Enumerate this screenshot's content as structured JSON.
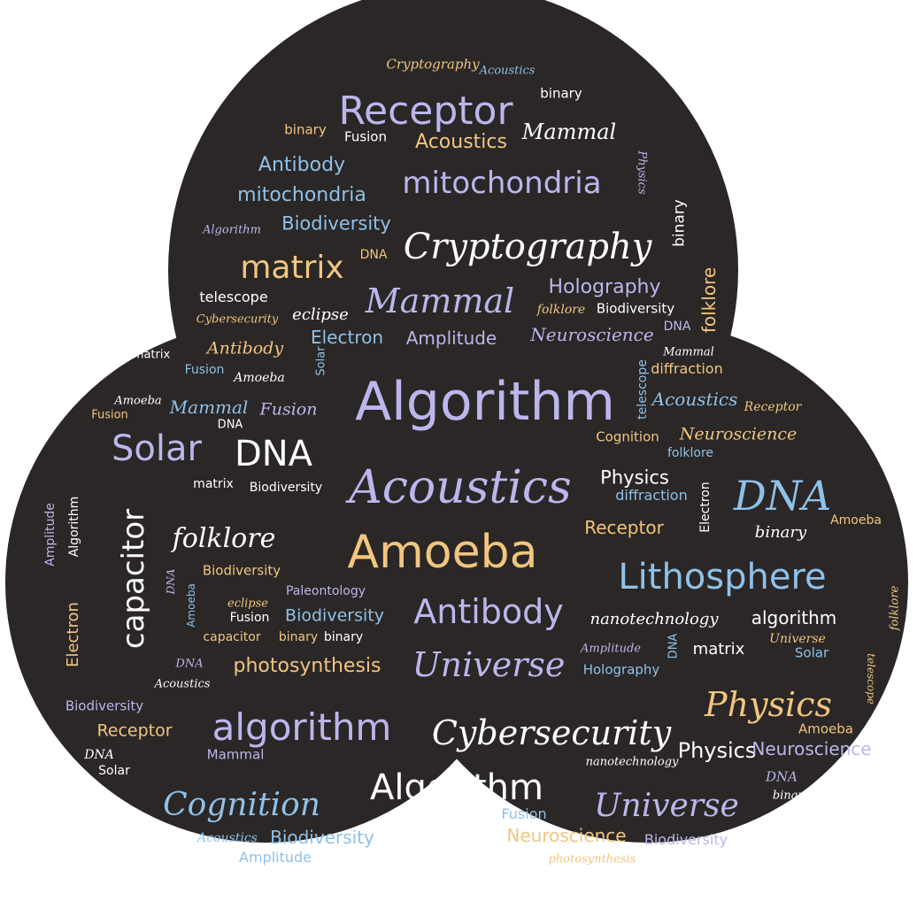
{
  "colors": {
    "background": "#2a2726",
    "outline": "#ffffff",
    "lavender": "#bcb6ec",
    "blue": "#8fc1e9",
    "orange": "#f2c580",
    "white": "#ffffff"
  },
  "words": [
    {
      "text": "Cryptography",
      "color": "orange",
      "font": "serif"
    },
    {
      "text": "Acoustics",
      "color": "blue",
      "font": "serif"
    },
    {
      "text": "binary",
      "color": "white",
      "font": "sans"
    },
    {
      "text": "Receptor",
      "color": "lavender",
      "font": "sans"
    },
    {
      "text": "binary",
      "color": "orange",
      "font": "sans"
    },
    {
      "text": "Fusion",
      "color": "white",
      "font": "sans"
    },
    {
      "text": "Acoustics",
      "color": "orange",
      "font": "sans"
    },
    {
      "text": "Mammal",
      "color": "white",
      "font": "serif"
    },
    {
      "text": "Antibody",
      "color": "blue",
      "font": "sans"
    },
    {
      "text": "mitochondria",
      "color": "blue",
      "font": "sans"
    },
    {
      "text": "mitochondria",
      "color": "lavender",
      "font": "sans"
    },
    {
      "text": "Physics",
      "color": "lavender",
      "font": "serif"
    },
    {
      "text": "binary",
      "color": "white",
      "font": "sans"
    },
    {
      "text": "Algorithm",
      "color": "lavender",
      "font": "serif"
    },
    {
      "text": "Biodiversity",
      "color": "blue",
      "font": "sans"
    },
    {
      "text": "Cryptography",
      "color": "white",
      "font": "serif"
    },
    {
      "text": "matrix",
      "color": "orange",
      "font": "sans"
    },
    {
      "text": "DNA",
      "color": "orange",
      "font": "sans"
    },
    {
      "text": "folklore",
      "color": "orange",
      "font": "sans"
    },
    {
      "text": "Holography",
      "color": "lavender",
      "font": "sans"
    },
    {
      "text": "telescope",
      "color": "white",
      "font": "sans"
    },
    {
      "text": "Mammal",
      "color": "lavender",
      "font": "serif"
    },
    {
      "text": "folklore",
      "color": "orange",
      "font": "serif"
    },
    {
      "text": "Biodiversity",
      "color": "white",
      "font": "sans"
    },
    {
      "text": "Cybersecurity",
      "color": "orange",
      "font": "serif"
    },
    {
      "text": "eclipse",
      "color": "white",
      "font": "serif"
    },
    {
      "text": "Amplitude",
      "color": "lavender",
      "font": "sans"
    },
    {
      "text": "Neuroscience",
      "color": "lavender",
      "font": "serif"
    },
    {
      "text": "DNA",
      "color": "lavender",
      "font": "sans"
    },
    {
      "text": "Electron",
      "color": "blue",
      "font": "sans"
    },
    {
      "text": "Antibody",
      "color": "orange",
      "font": "serif"
    },
    {
      "text": "Mammal",
      "color": "white",
      "font": "serif"
    },
    {
      "text": "matrix",
      "color": "white",
      "font": "sans"
    },
    {
      "text": "Fusion",
      "color": "blue",
      "font": "sans"
    },
    {
      "text": "Amoeba",
      "color": "white",
      "font": "serif"
    },
    {
      "text": "Solar",
      "color": "blue",
      "font": "sans"
    },
    {
      "text": "diffraction",
      "color": "orange",
      "font": "sans"
    },
    {
      "text": "telescope",
      "color": "blue",
      "font": "sans"
    },
    {
      "text": "Algorithm",
      "color": "lavender",
      "font": "sans"
    },
    {
      "text": "Acoustics",
      "color": "blue",
      "font": "serif"
    },
    {
      "text": "Receptor",
      "color": "orange",
      "font": "serif"
    },
    {
      "text": "Amoeba",
      "color": "white",
      "font": "serif"
    },
    {
      "text": "Mammal",
      "color": "blue",
      "font": "serif"
    },
    {
      "text": "Fusion",
      "color": "lavender",
      "font": "serif"
    },
    {
      "text": "Fusion",
      "color": "orange",
      "font": "sans"
    },
    {
      "text": "DNA",
      "color": "white",
      "font": "sans"
    },
    {
      "text": "Cognition",
      "color": "orange",
      "font": "sans"
    },
    {
      "text": "Neuroscience",
      "color": "orange",
      "font": "serif"
    },
    {
      "text": "folklore",
      "color": "blue",
      "font": "sans"
    },
    {
      "text": "Solar",
      "color": "lavender",
      "font": "sans"
    },
    {
      "text": "DNA",
      "color": "white",
      "font": "sans"
    },
    {
      "text": "Acoustics",
      "color": "lavender",
      "font": "serif"
    },
    {
      "text": "Physics",
      "color": "white",
      "font": "sans"
    },
    {
      "text": "diffraction",
      "color": "blue",
      "font": "sans"
    },
    {
      "text": "DNA",
      "color": "blue",
      "font": "serif"
    },
    {
      "text": "matrix",
      "color": "white",
      "font": "sans"
    },
    {
      "text": "Biodiversity",
      "color": "white",
      "font": "sans"
    },
    {
      "text": "Electron",
      "color": "white",
      "font": "sans"
    },
    {
      "text": "Amoeba",
      "color": "orange",
      "font": "sans"
    },
    {
      "text": "capacitor",
      "color": "white",
      "font": "sans"
    },
    {
      "text": "Amplitude",
      "color": "lavender",
      "font": "sans"
    },
    {
      "text": "Algorithm",
      "color": "white",
      "font": "sans"
    },
    {
      "text": "folklore",
      "color": "white",
      "font": "serif"
    },
    {
      "text": "Amoeba",
      "color": "orange",
      "font": "sans"
    },
    {
      "text": "Receptor",
      "color": "orange",
      "font": "sans"
    },
    {
      "text": "binary",
      "color": "white",
      "font": "serif"
    },
    {
      "text": "Lithosphere",
      "color": "blue",
      "font": "sans"
    },
    {
      "text": "Biodiversity",
      "color": "orange",
      "font": "sans"
    },
    {
      "text": "DNA",
      "color": "lavender",
      "font": "serif"
    },
    {
      "text": "Amoeba",
      "color": "blue",
      "font": "sans"
    },
    {
      "text": "Paleontology",
      "color": "lavender",
      "font": "sans"
    },
    {
      "text": "eclipse",
      "color": "orange",
      "font": "serif"
    },
    {
      "text": "Fusion",
      "color": "white",
      "font": "sans"
    },
    {
      "text": "Biodiversity",
      "color": "blue",
      "font": "sans"
    },
    {
      "text": "Antibody",
      "color": "lavender",
      "font": "sans"
    },
    {
      "text": "nanotechnology",
      "color": "white",
      "font": "serif"
    },
    {
      "text": "algorithm",
      "color": "white",
      "font": "sans"
    },
    {
      "text": "folklore",
      "color": "orange",
      "font": "serif"
    },
    {
      "text": "Electron",
      "color": "orange",
      "font": "sans"
    },
    {
      "text": "capacitor",
      "color": "orange",
      "font": "sans"
    },
    {
      "text": "binary",
      "color": "orange",
      "font": "sans"
    },
    {
      "text": "binary",
      "color": "white",
      "font": "sans"
    },
    {
      "text": "Amplitude",
      "color": "lavender",
      "font": "serif"
    },
    {
      "text": "DNA",
      "color": "blue",
      "font": "sans"
    },
    {
      "text": "matrix",
      "color": "white",
      "font": "sans"
    },
    {
      "text": "Universe",
      "color": "orange",
      "font": "serif"
    },
    {
      "text": "Solar",
      "color": "blue",
      "font": "sans"
    },
    {
      "text": "DNA",
      "color": "lavender",
      "font": "serif"
    },
    {
      "text": "Acoustics",
      "color": "white",
      "font": "serif"
    },
    {
      "text": "photosynthesis",
      "color": "orange",
      "font": "sans"
    },
    {
      "text": "Universe",
      "color": "lavender",
      "font": "serif"
    },
    {
      "text": "Holography",
      "color": "blue",
      "font": "sans"
    },
    {
      "text": "telescope",
      "color": "orange",
      "font": "serif"
    },
    {
      "text": "Physics",
      "color": "orange",
      "font": "serif"
    },
    {
      "text": "Biodiversity",
      "color": "lavender",
      "font": "sans"
    },
    {
      "text": "Receptor",
      "color": "orange",
      "font": "sans"
    },
    {
      "text": "algorithm",
      "color": "lavender",
      "font": "sans"
    },
    {
      "text": "Cybersecurity",
      "color": "white",
      "font": "serif"
    },
    {
      "text": "Amoeba",
      "color": "orange",
      "font": "sans"
    },
    {
      "text": "Physics",
      "color": "white",
      "font": "sans"
    },
    {
      "text": "Neuroscience",
      "color": "lavender",
      "font": "sans"
    },
    {
      "text": "DNA",
      "color": "white",
      "font": "serif"
    },
    {
      "text": "Solar",
      "color": "white",
      "font": "sans"
    },
    {
      "text": "Mammal",
      "color": "lavender",
      "font": "sans"
    },
    {
      "text": "nanotechnology",
      "color": "white",
      "font": "serif"
    },
    {
      "text": "DNA",
      "color": "lavender",
      "font": "serif"
    },
    {
      "text": "Algorithm",
      "color": "white",
      "font": "sans"
    },
    {
      "text": "Cognition",
      "color": "blue",
      "font": "serif"
    },
    {
      "text": "binary",
      "color": "white",
      "font": "serif"
    },
    {
      "text": "Universe",
      "color": "lavender",
      "font": "serif"
    },
    {
      "text": "Fusion",
      "color": "blue",
      "font": "sans"
    },
    {
      "text": "diffraction",
      "color": "white",
      "font": "serif"
    },
    {
      "text": "Acoustics",
      "color": "blue",
      "font": "serif"
    },
    {
      "text": "Biodiversity",
      "color": "blue",
      "font": "sans"
    },
    {
      "text": "Neuroscience",
      "color": "orange",
      "font": "sans"
    },
    {
      "text": "Biodiversity",
      "color": "lavender",
      "font": "sans"
    },
    {
      "text": "Amplitude",
      "color": "blue",
      "font": "sans"
    },
    {
      "text": "photosynthesis",
      "color": "orange",
      "font": "serif"
    }
  ]
}
